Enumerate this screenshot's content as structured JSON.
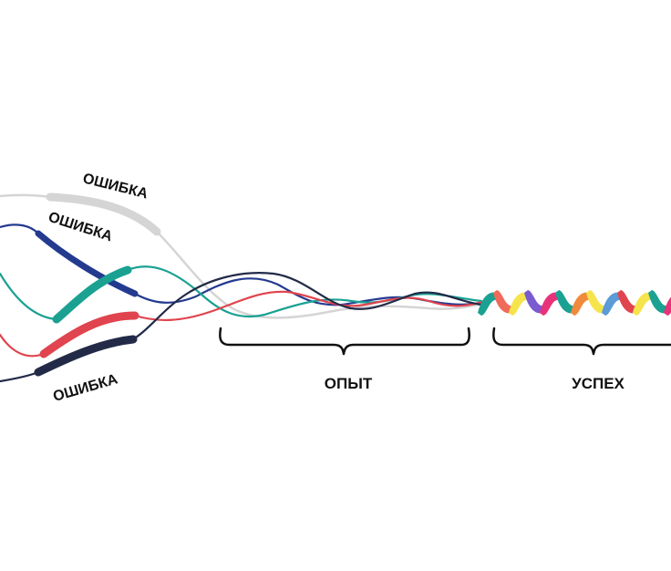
{
  "labels": {
    "error_1": "ОШИБКА",
    "error_2": "ОШИБКА",
    "error_3": "ОШИБКА",
    "experience": "ОПЫТ",
    "success": "УСПЕХ"
  },
  "threads": [
    {
      "name": "gray",
      "color": "#d5d5d5"
    },
    {
      "name": "blue",
      "color": "#233a8f"
    },
    {
      "name": "teal",
      "color": "#1aa192"
    },
    {
      "name": "red",
      "color": "#e0444e"
    },
    {
      "name": "navy",
      "color": "#222a48"
    }
  ],
  "braid_colors": [
    "#1aa192",
    "#f06a5a",
    "#f6e44c",
    "#7a5bd0",
    "#e8337a",
    "#1aa192",
    "#f08a3c",
    "#f6e44c",
    "#5a9bd8",
    "#e0444e",
    "#f6e44c",
    "#1aa192",
    "#e8337a",
    "#7a5bd0"
  ]
}
